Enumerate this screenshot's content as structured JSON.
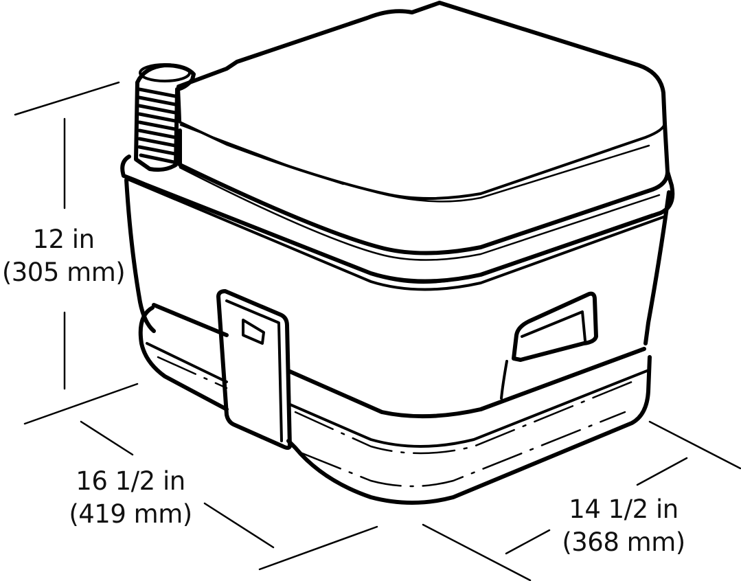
{
  "diagram": {
    "subject": "portable toilet",
    "style": "black line drawing on white background",
    "colors": {
      "ink": "#000000",
      "background": "#ffffff",
      "text": "#111111"
    }
  },
  "dimensions": {
    "height": {
      "imperial": "12 in",
      "metric": "(305 mm)"
    },
    "depth": {
      "imperial": "16 1/2 in",
      "metric": "(419 mm)"
    },
    "width": {
      "imperial": "14 1/2 in",
      "metric": "(368 mm)"
    }
  }
}
